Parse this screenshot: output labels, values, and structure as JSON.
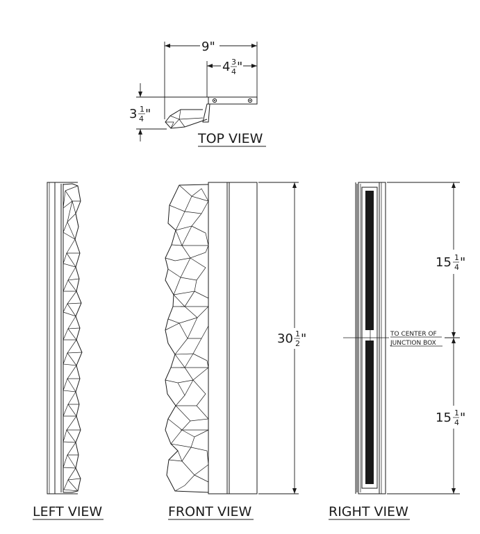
{
  "views": {
    "top": "TOP VIEW",
    "left": "LEFT VIEW",
    "front": "FRONT VIEW",
    "right": "RIGHT VIEW"
  },
  "dimensions": {
    "overall_width": "9\"",
    "mount_depth": {
      "whole": "4",
      "num": "3",
      "den": "4",
      "unit": "\""
    },
    "projection": {
      "whole": "3",
      "num": "1",
      "den": "4",
      "unit": "\""
    },
    "height": {
      "whole": "30",
      "num": "1",
      "den": "2",
      "unit": "\""
    },
    "upper_half": {
      "whole": "15",
      "num": "1",
      "den": "4",
      "unit": "\""
    },
    "lower_half": {
      "whole": "15",
      "num": "1",
      "den": "4",
      "unit": "\""
    }
  },
  "notes": {
    "junction_line1": "TO CENTER OF",
    "junction_line2": "JUNCTION BOX"
  }
}
